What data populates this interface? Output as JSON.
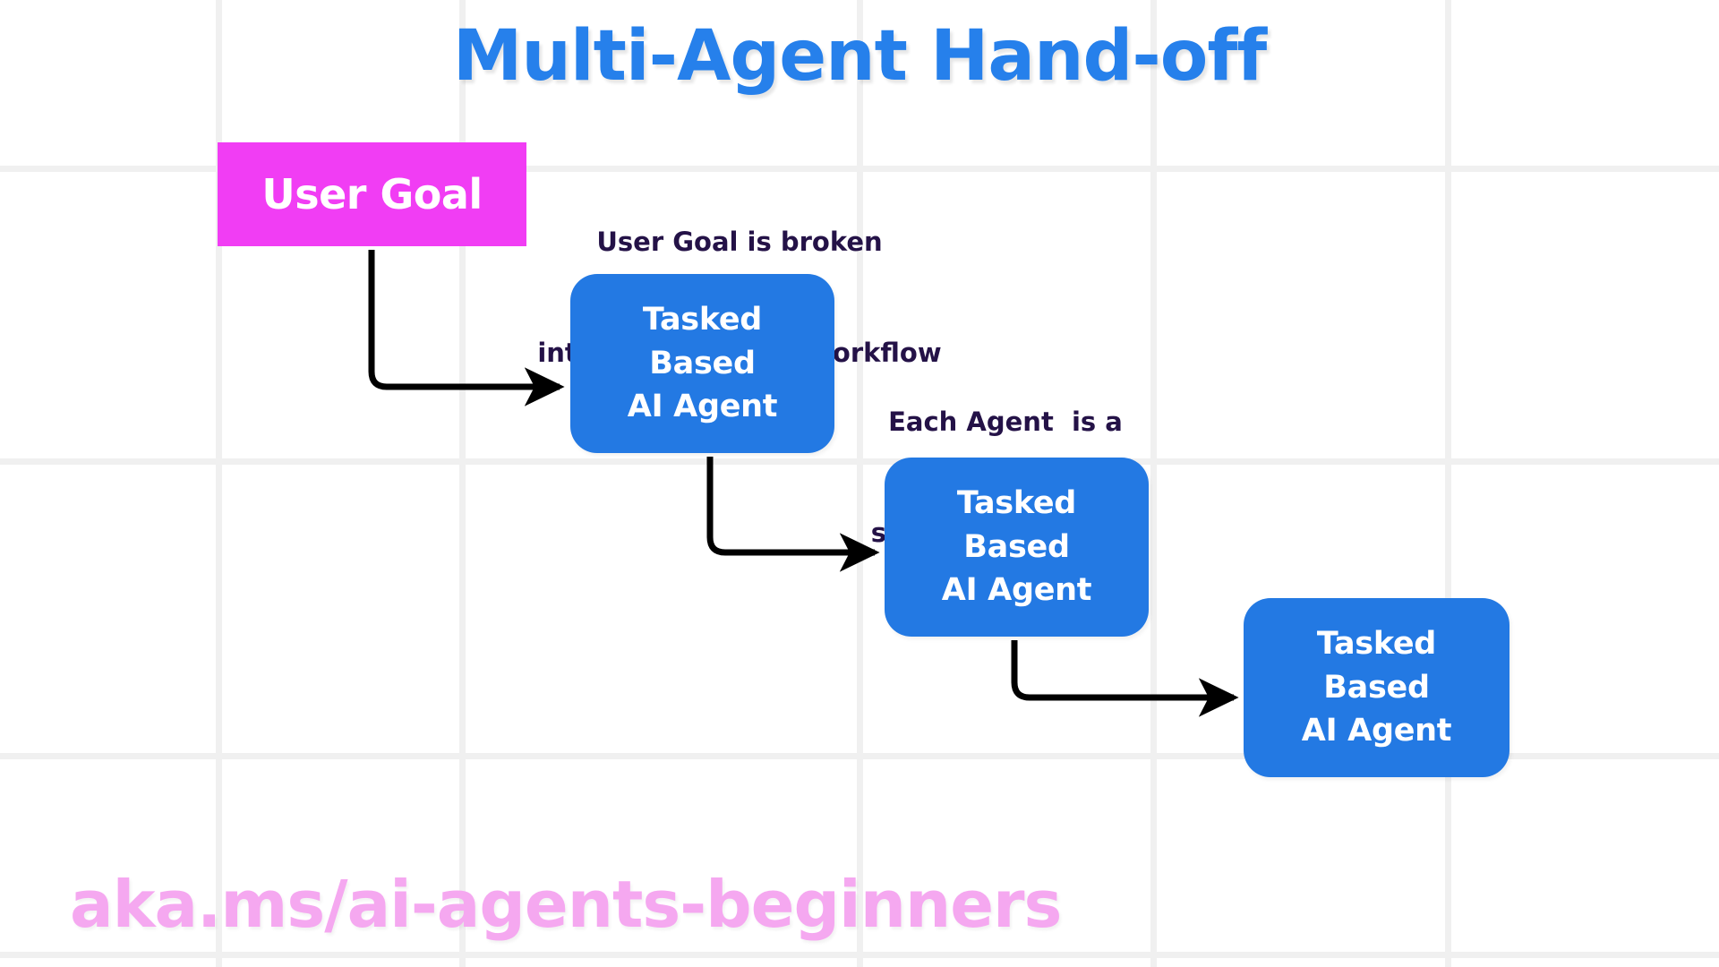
{
  "page": {
    "title": "Multi-Agent Hand-off",
    "background_color": "#ffffff",
    "grid_color": "#f0f0f0"
  },
  "colors": {
    "title_blue": "#2680eb",
    "agent_blue": "#2379e3",
    "user_goal_magenta": "#f13df4",
    "annotation_navy": "#241247",
    "footer_pink": "#f5a8f0",
    "arrow_black": "#000000"
  },
  "nodes": {
    "user_goal": {
      "label": "User Goal"
    },
    "agents": [
      {
        "line1": "Tasked",
        "line2": "Based",
        "line3": "AI Agent"
      },
      {
        "line1": "Tasked",
        "line2": "Based",
        "line3": "AI Agent"
      },
      {
        "line1": "Tasked",
        "line2": "Based",
        "line3": "AI Agent"
      }
    ]
  },
  "annotations": [
    {
      "line1": "User Goal is broken",
      "line2": "into subtasks of a workflow"
    },
    {
      "line1": "Each Agent  is a",
      "line2": "step in a workflow"
    }
  ],
  "footer": {
    "url": "aka.ms/ai-agents-beginners"
  },
  "diagram_flow": {
    "type": "flowchart",
    "direction": "left-to-right-cascading-down",
    "edges": [
      {
        "from": "user_goal",
        "to": "agent-1",
        "style": "elbow-arrow"
      },
      {
        "from": "agent-1",
        "to": "agent-2",
        "style": "elbow-arrow"
      },
      {
        "from": "agent-2",
        "to": "agent-3",
        "style": "elbow-arrow"
      }
    ]
  }
}
